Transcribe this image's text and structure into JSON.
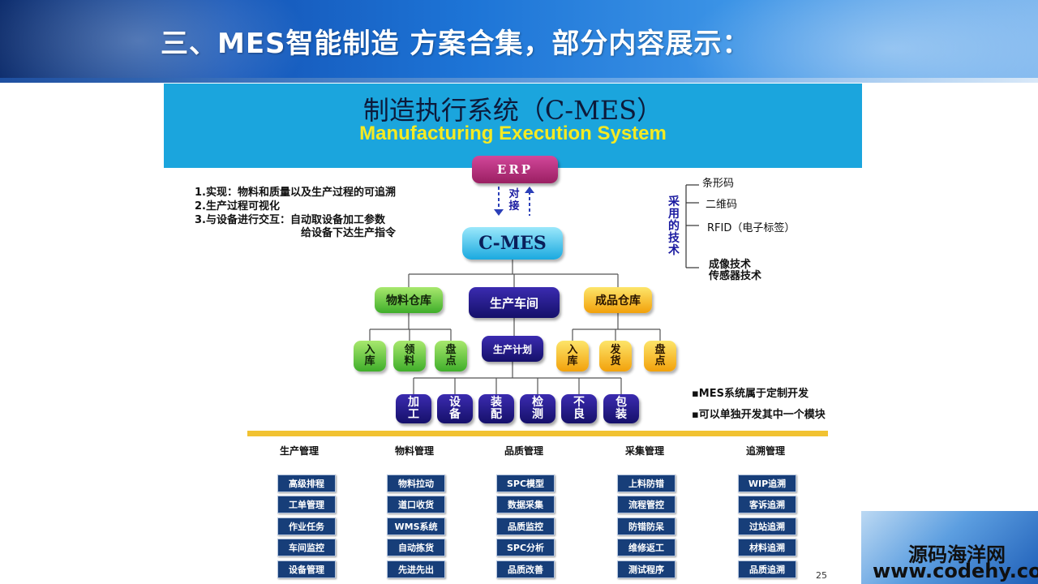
{
  "title": "三、MES智能制造 方案合集，部分内容展示：",
  "banner": {
    "cn": "制造执行系统（C-MES）",
    "en": "Manufacturing Execution System"
  },
  "erp": "ERP",
  "duijie": [
    "对",
    "接"
  ],
  "cmes": "C-MES",
  "goals": {
    "line1": "1.实现：物料和质量以及生产过程的可追溯",
    "line2": "2.生产过程可视化",
    "line3": "3.与设备进行交互：自动取设备加工参数",
    "line4": "给设备下达生产指令"
  },
  "tech_label": [
    "采",
    "用",
    "的",
    "技",
    "术"
  ],
  "tech_items": [
    "条形码",
    "二维码",
    "RFID（电子标签）",
    "成像技术",
    "传感器技术"
  ],
  "warehouses": {
    "material": "物料仓库",
    "workshop": "生产车间",
    "product": "成品仓库",
    "plan": "生产计划"
  },
  "material_ops": [
    [
      "入",
      "库"
    ],
    [
      "领",
      "料"
    ],
    [
      "盘",
      "点"
    ]
  ],
  "product_ops": [
    [
      "入",
      "库"
    ],
    [
      "发",
      "货"
    ],
    [
      "盘",
      "点"
    ]
  ],
  "processes": [
    [
      "加",
      "工"
    ],
    [
      "设",
      "备"
    ],
    [
      "装",
      "配"
    ],
    [
      "检",
      "测"
    ],
    [
      "不",
      "良"
    ],
    [
      "包",
      "装"
    ]
  ],
  "notes": [
    "▪MES系统属于定制开发",
    "▪可以单独开发其中一个模块"
  ],
  "categories": [
    {
      "name": "生产管理",
      "items": [
        "高级排程",
        "工单管理",
        "作业任务",
        "车间监控",
        "设备管理"
      ]
    },
    {
      "name": "物料管理",
      "items": [
        "物料拉动",
        "道口收货",
        "WMS系统",
        "自动拣货",
        "先进先出"
      ]
    },
    {
      "name": "品质管理",
      "items": [
        "SPC模型",
        "数据采集",
        "品质监控",
        "SPC分析",
        "品质改善"
      ]
    },
    {
      "name": "采集管理",
      "items": [
        "上料防错",
        "流程管控",
        "防错防呆",
        "维修返工",
        "测试程序"
      ]
    },
    {
      "name": "追溯管理",
      "items": [
        "WIP追溯",
        "客诉追溯",
        "过站追溯",
        "材料追溯",
        "品质追溯"
      ]
    }
  ],
  "page_number": "25",
  "watermark": {
    "line1": "源码海洋网",
    "line2": "www.codehy.com"
  }
}
